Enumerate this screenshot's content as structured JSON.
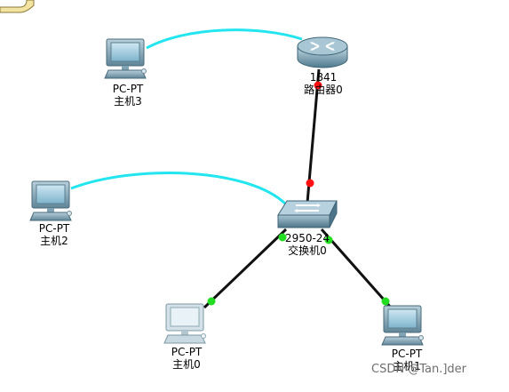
{
  "devices": {
    "pc3": {
      "model": "PC-PT",
      "name": "主机3"
    },
    "pc2": {
      "model": "PC-PT",
      "name": "主机2"
    },
    "pc0": {
      "model": "PC-PT",
      "name": "主机0"
    },
    "pc1": {
      "model": "PC-PT",
      "name": "主机1"
    },
    "router": {
      "model": "1841",
      "name": "路由器0"
    },
    "switch": {
      "model": "2950-24",
      "name": "交换机0"
    }
  },
  "links": [
    {
      "from": "pc3",
      "to": "router",
      "style": "console",
      "color": "#22e5f0"
    },
    {
      "from": "pc2",
      "to": "switch",
      "style": "console",
      "color": "#22e5f0"
    },
    {
      "from": "router",
      "to": "switch",
      "style": "straight",
      "status": "down"
    },
    {
      "from": "switch",
      "to": "pc0",
      "style": "straight",
      "status": "up"
    },
    {
      "from": "switch",
      "to": "pc1",
      "style": "straight",
      "status": "up"
    }
  ],
  "colors": {
    "link_up": "#22dd22",
    "link_down": "#ff1111",
    "cable": "#111111",
    "console": "#22e5f0"
  },
  "watermark": "CSDN @Tan.]der"
}
